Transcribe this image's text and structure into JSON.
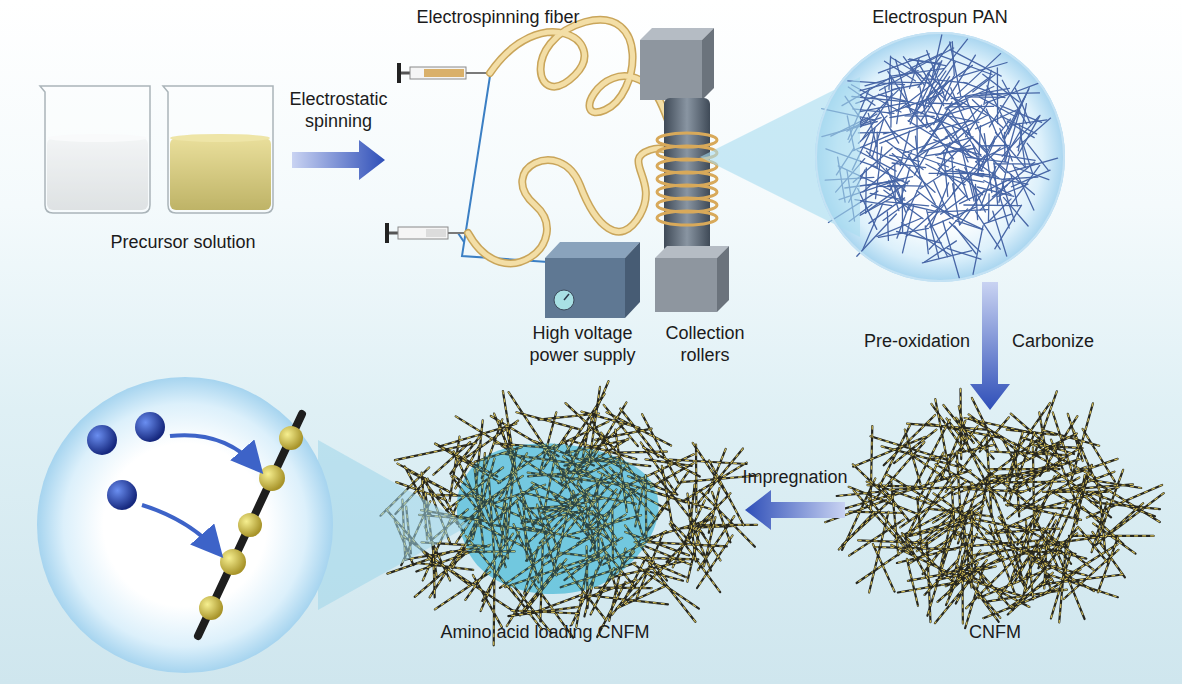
{
  "diagram": {
    "nodes": [
      {
        "text": [
          "Precursor solution"
        ]
      },
      {
        "text": [
          "Electrospinning fiber"
        ]
      },
      {
        "text": [
          "High voltage power supply"
        ],
        "in": 1
      },
      {
        "text": [
          "Collection rollers"
        ],
        "in": 1
      },
      {
        "text": [
          "Electrospun PAN"
        ]
      },
      {
        "text": [
          "CNFM"
        ]
      },
      {
        "text": [
          "Amino acid loading CNFM"
        ]
      }
    ],
    "edges": [
      {
        "from": 0,
        "to": 1,
        "arrow": "to",
        "label": "Electrostatic spinning"
      },
      {
        "from": 3,
        "to": 4,
        "arrow": "none"
      },
      {
        "from": 4,
        "to": 5,
        "arrow": "to",
        "label": "Pre-oxidation"
      },
      {
        "from": 5,
        "to": 6,
        "arrow": "to",
        "label": "Impregnation"
      }
    ],
    "labels": [
      "Carbonize"
    ]
  }
}
